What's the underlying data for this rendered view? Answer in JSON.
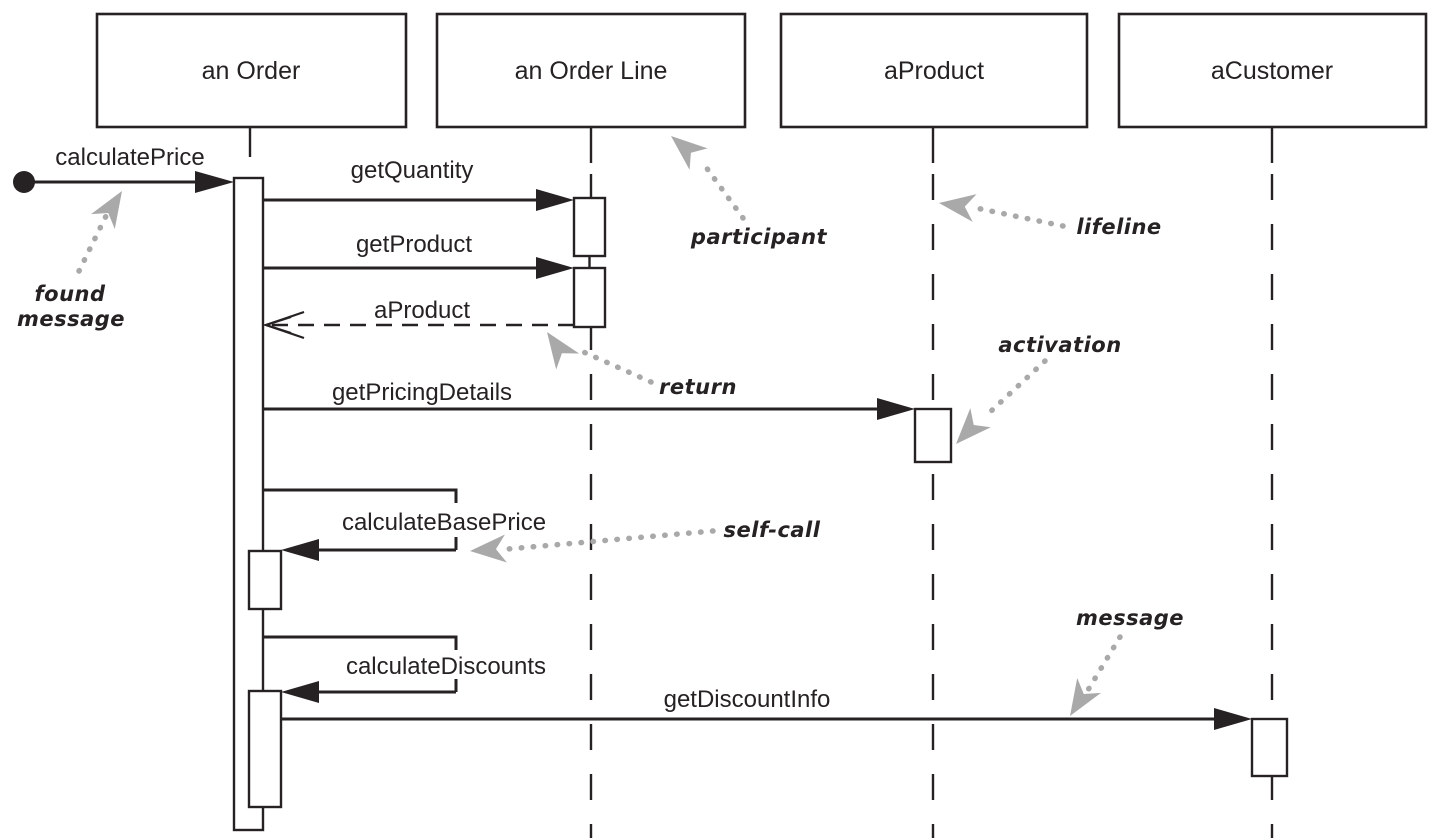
{
  "diagram": {
    "kind": "uml-sequence-diagram",
    "participants": [
      {
        "id": "order",
        "label": "an Order"
      },
      {
        "id": "order-line",
        "label": "an Order Line"
      },
      {
        "id": "product",
        "label": "aProduct"
      },
      {
        "id": "customer",
        "label": "aCustomer"
      }
    ],
    "messages": {
      "calculate_price": {
        "label": "calculatePrice",
        "kind": "found message",
        "from": "external",
        "to": "an Order"
      },
      "get_quantity": {
        "label": "getQuantity",
        "kind": "synchronous",
        "from": "an Order",
        "to": "an Order Line"
      },
      "get_product": {
        "label": "getProduct",
        "kind": "synchronous",
        "from": "an Order",
        "to": "an Order Line"
      },
      "return_a_product": {
        "label": "aProduct",
        "kind": "return",
        "from": "an Order Line",
        "to": "an Order"
      },
      "get_pricing_details": {
        "label": "getPricingDetails",
        "kind": "synchronous",
        "from": "an Order",
        "to": "aProduct"
      },
      "calculate_base_price": {
        "label": "calculateBasePrice",
        "kind": "self-call",
        "from": "an Order",
        "to": "an Order"
      },
      "calculate_discounts": {
        "label": "calculateDiscounts",
        "kind": "self-call",
        "from": "an Order",
        "to": "an Order"
      },
      "get_discount_info": {
        "label": "getDiscountInfo",
        "kind": "synchronous",
        "from": "an Order",
        "to": "aCustomer"
      }
    },
    "annotations": {
      "found_message": {
        "line1": "found",
        "line2": "message",
        "points_to": "calculatePrice arrow"
      },
      "participant": {
        "label": "participant",
        "points_to": "an Order Line box"
      },
      "lifeline": {
        "label": "lifeline",
        "points_to": "aProduct lifeline"
      },
      "return_note": {
        "label": "return",
        "points_to": "aProduct dashed return"
      },
      "activation": {
        "label": "activation",
        "points_to": "aProduct activation bar"
      },
      "self_call": {
        "label": "self-call",
        "points_to": "calculateBasePrice self message"
      },
      "message_note": {
        "label": "message",
        "points_to": "getDiscountInfo arrow"
      }
    },
    "colors": {
      "line_color": "#262223",
      "annotation_color": "#a9a9a9",
      "background": "#ffffff"
    }
  }
}
